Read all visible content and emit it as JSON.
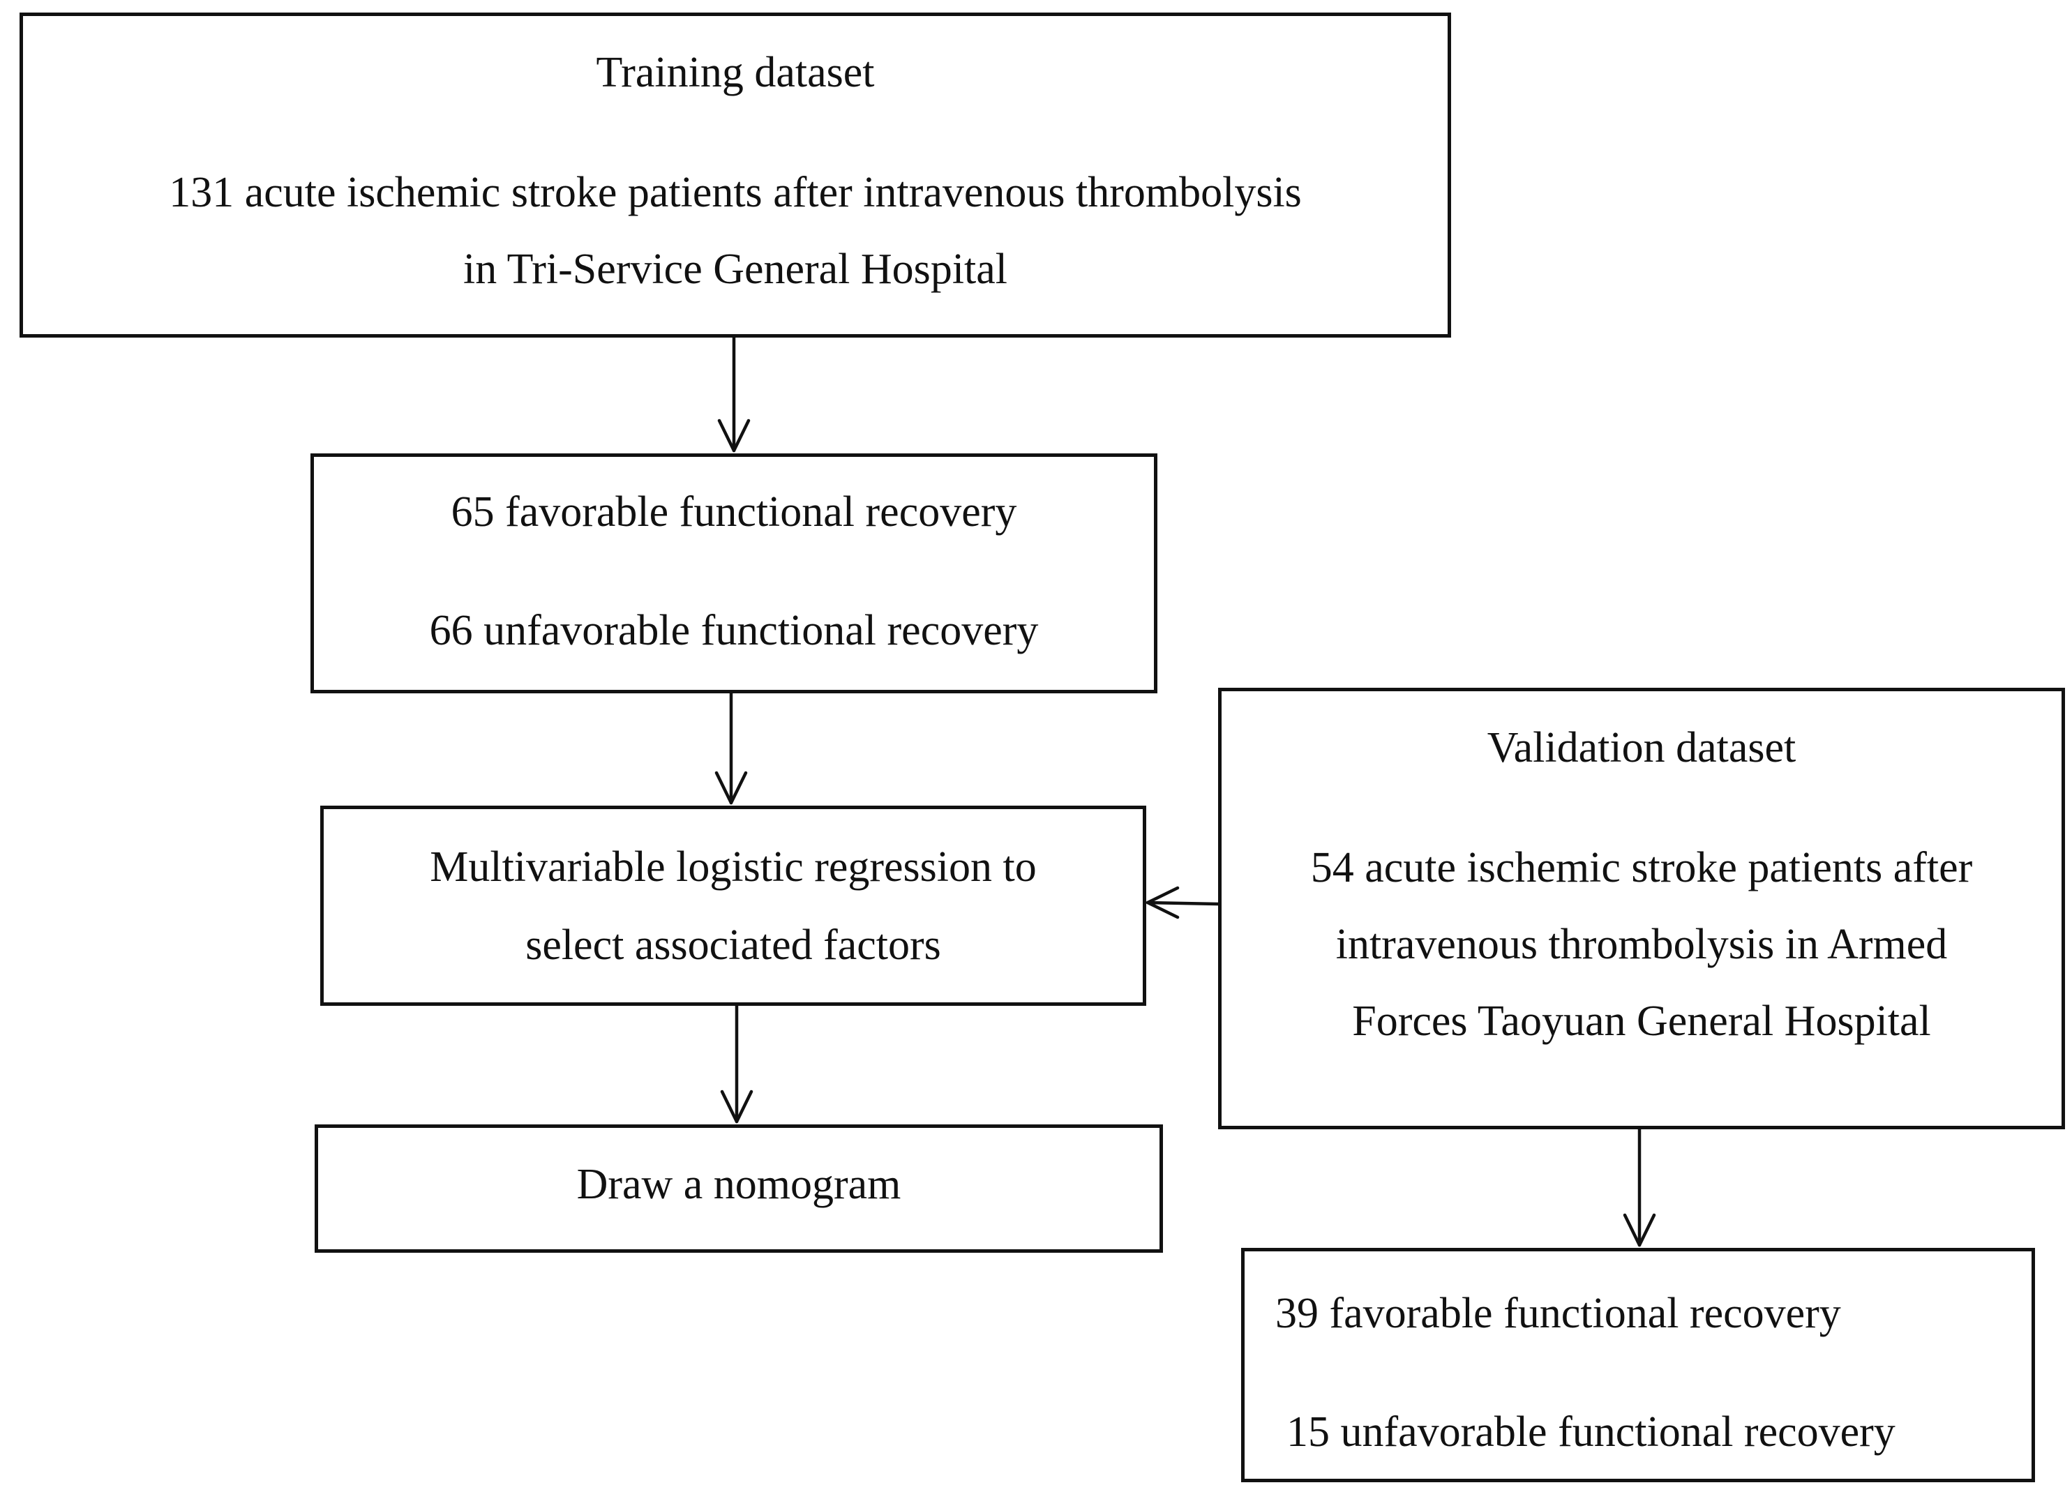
{
  "training": {
    "title": "Training dataset",
    "line1": "131 acute ischemic stroke patients after intravenous thrombolysis",
    "line2": "in Tri-Service General Hospital"
  },
  "training_outcomes": {
    "favorable": "65 favorable functional recovery",
    "unfavorable": "66 unfavorable functional recovery"
  },
  "regression": {
    "line1": "Multivariable logistic regression to",
    "line2": "select associated factors"
  },
  "nomogram": {
    "label": "Draw a nomogram"
  },
  "validation": {
    "title": "Validation dataset",
    "line1": "54 acute ischemic stroke patients after",
    "line2": "intravenous thrombolysis in Armed",
    "line3": "Forces Taoyuan General Hospital"
  },
  "validation_outcomes": {
    "favorable": "39 favorable functional recovery",
    "unfavorable": "15 unfavorable functional recovery"
  },
  "colors": {
    "stroke": "#111111",
    "background": "#ffffff"
  }
}
